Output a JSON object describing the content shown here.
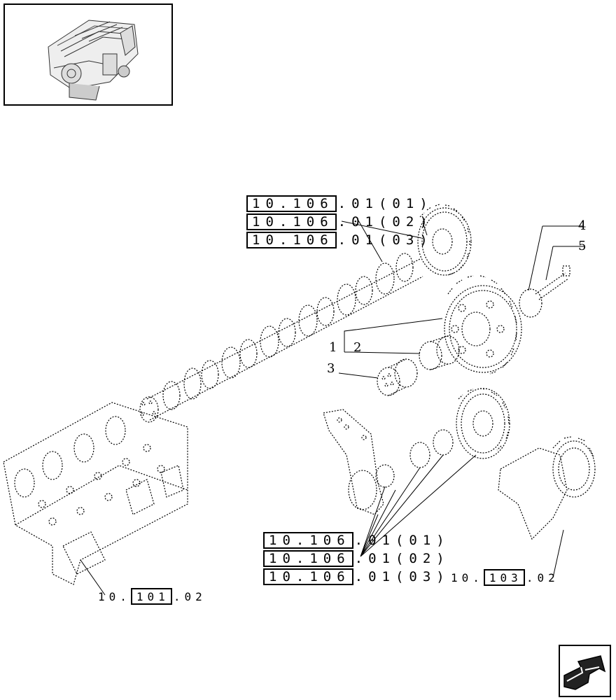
{
  "refs": {
    "top": [
      {
        "box": "10.106",
        "tail": ".01(01)"
      },
      {
        "box": "10.106",
        "tail": ".01(02)"
      },
      {
        "box": "10.106",
        "tail": ".01(03)"
      }
    ],
    "bottom": [
      {
        "box": "10.106",
        "tail": ".01(01)"
      },
      {
        "box": "10.106",
        "tail": ".01(02)"
      },
      {
        "box": "10.106",
        "tail": ".01(03)"
      }
    ],
    "block": {
      "pre": "10.",
      "box": "101",
      "tail": ".02"
    },
    "crank": {
      "pre": "10.",
      "box": "103",
      "tail": ".02"
    }
  },
  "callouts": {
    "c1": "1",
    "c2": "2",
    "c3": "3",
    "c4": "4",
    "c5": "5"
  },
  "icons": {
    "engine_thumbnail": "engine-thumbnail-icon",
    "navigation": "arrow-navigation-icon"
  }
}
